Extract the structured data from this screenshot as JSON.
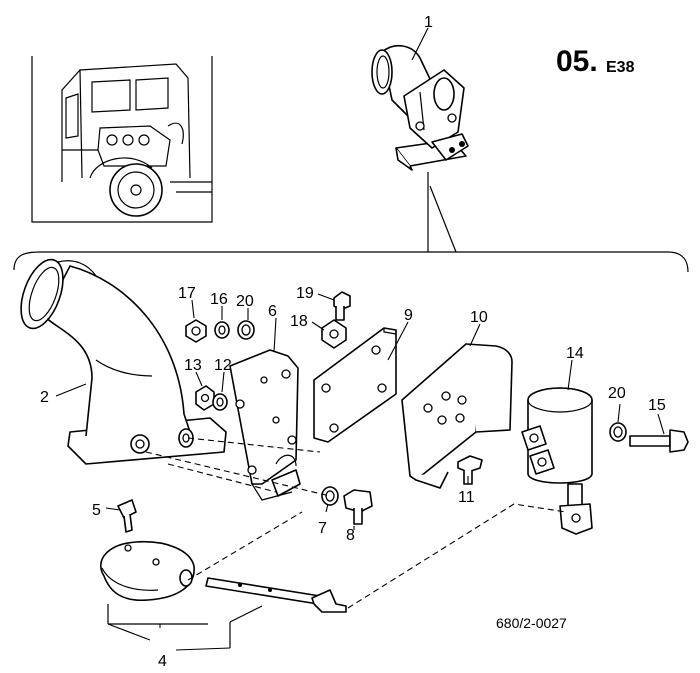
{
  "diagram": {
    "section_code_main": "05.",
    "section_code_sub": "E38",
    "drawing_reference": "680/2-0027",
    "part_numbers": [
      "1",
      "2",
      "4",
      "5",
      "6",
      "7",
      "8",
      "9",
      "10",
      "11",
      "12",
      "13",
      "14",
      "15",
      "16",
      "17",
      "18",
      "19",
      "20",
      "20"
    ]
  }
}
